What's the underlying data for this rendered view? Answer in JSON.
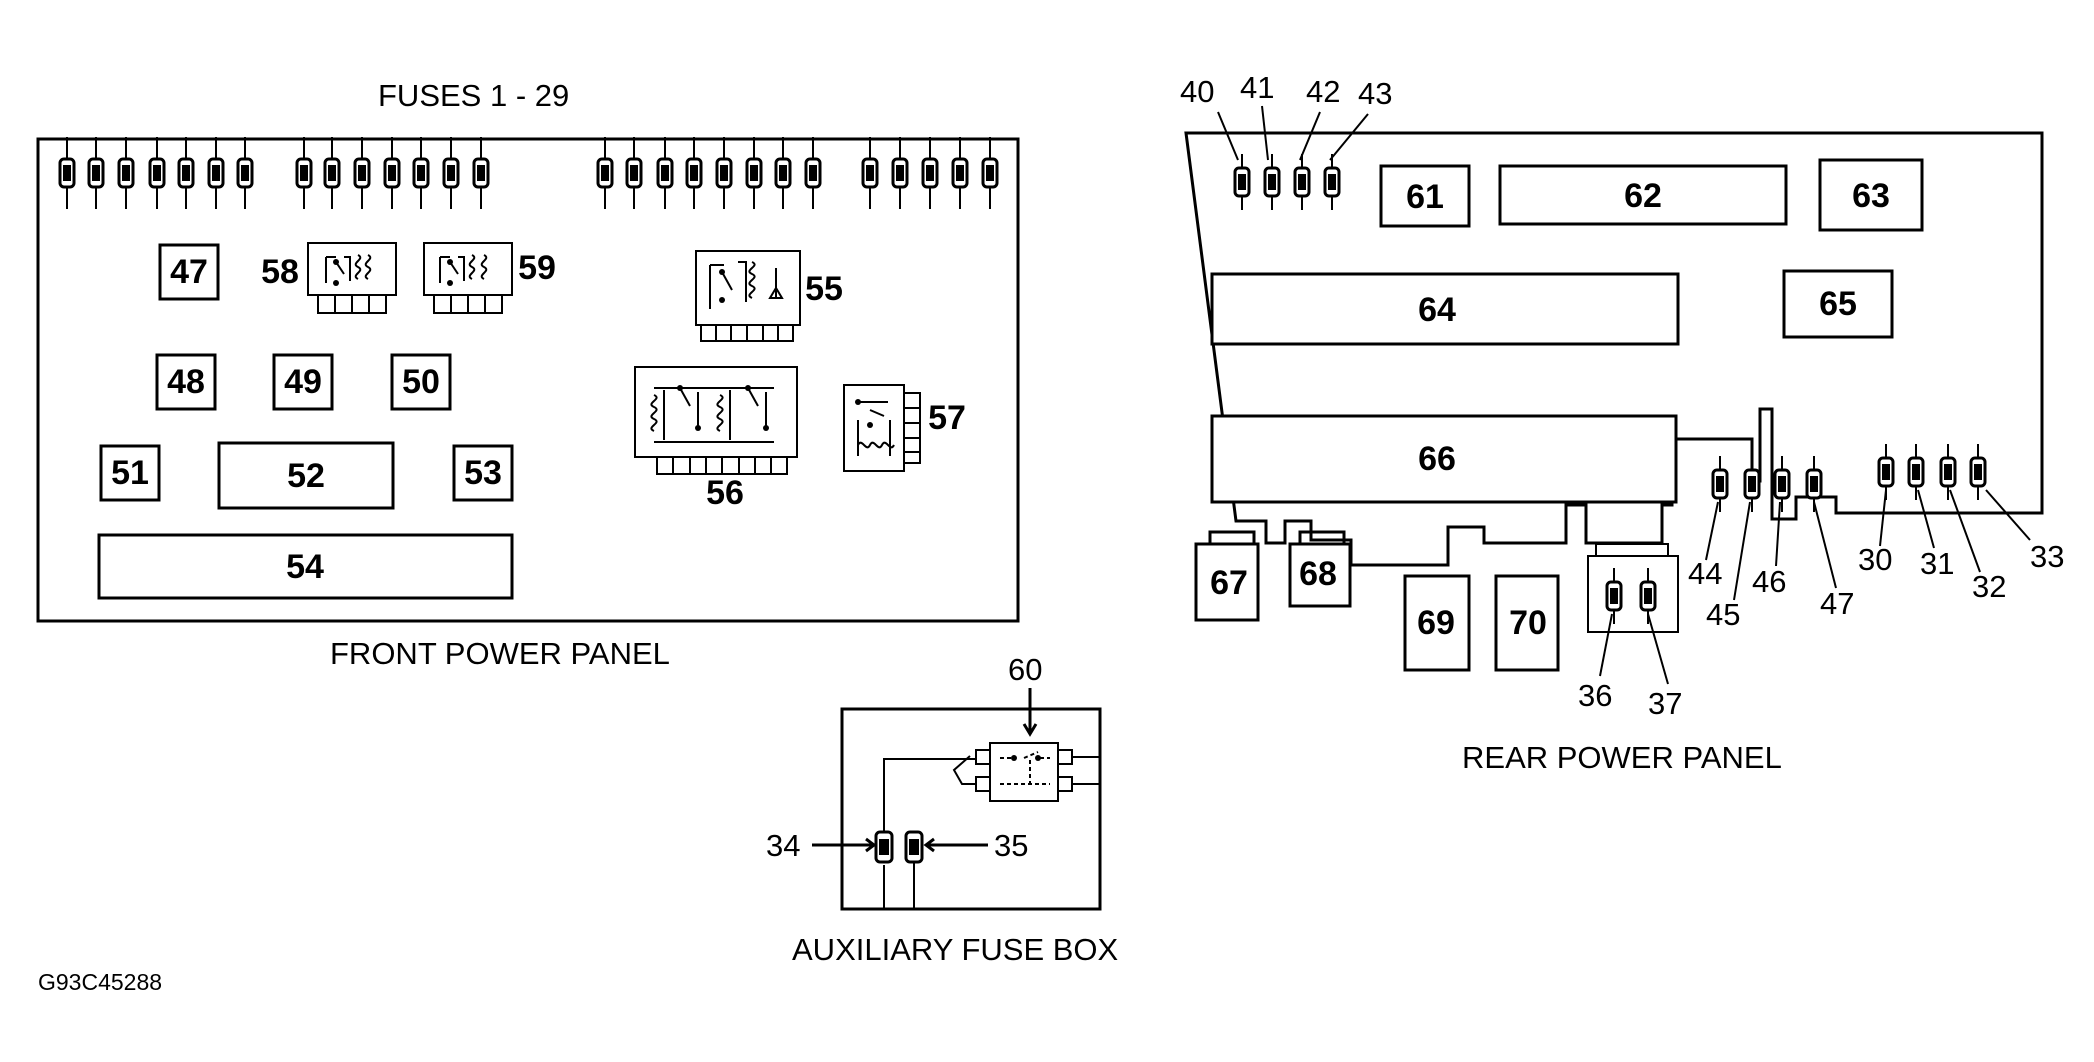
{
  "titles": {
    "fuses_top": "FUSES 1 - 29",
    "front_panel": "FRONT POWER PANEL",
    "aux_box": "AUXILIARY FUSE BOX",
    "rear_panel": "REAR POWER PANEL",
    "figure_code": "G93C45288"
  },
  "front": {
    "boxes": {
      "b47": "47",
      "b48": "48",
      "b49": "49",
      "b50": "50",
      "b51": "51",
      "b52": "52",
      "b53": "53",
      "b54": "54"
    },
    "relays": {
      "r55": "55",
      "r56": "56",
      "r57": "57",
      "r58": "58",
      "r59": "59"
    }
  },
  "aux": {
    "relay": "60",
    "fuses": {
      "f34": "34",
      "f35": "35"
    }
  },
  "rear": {
    "boxes": {
      "b61": "61",
      "b62": "62",
      "b63": "63",
      "b64": "64",
      "b65": "65",
      "b66": "66",
      "b67": "67",
      "b68": "68",
      "b69": "69",
      "b70": "70"
    },
    "fuses": {
      "f30": "30",
      "f31": "31",
      "f32": "32",
      "f33": "33",
      "f36": "36",
      "f37": "37",
      "f40": "40",
      "f41": "41",
      "f42": "42",
      "f43": "43",
      "f44": "44",
      "f45": "45",
      "f46": "46",
      "f47": "47"
    }
  }
}
